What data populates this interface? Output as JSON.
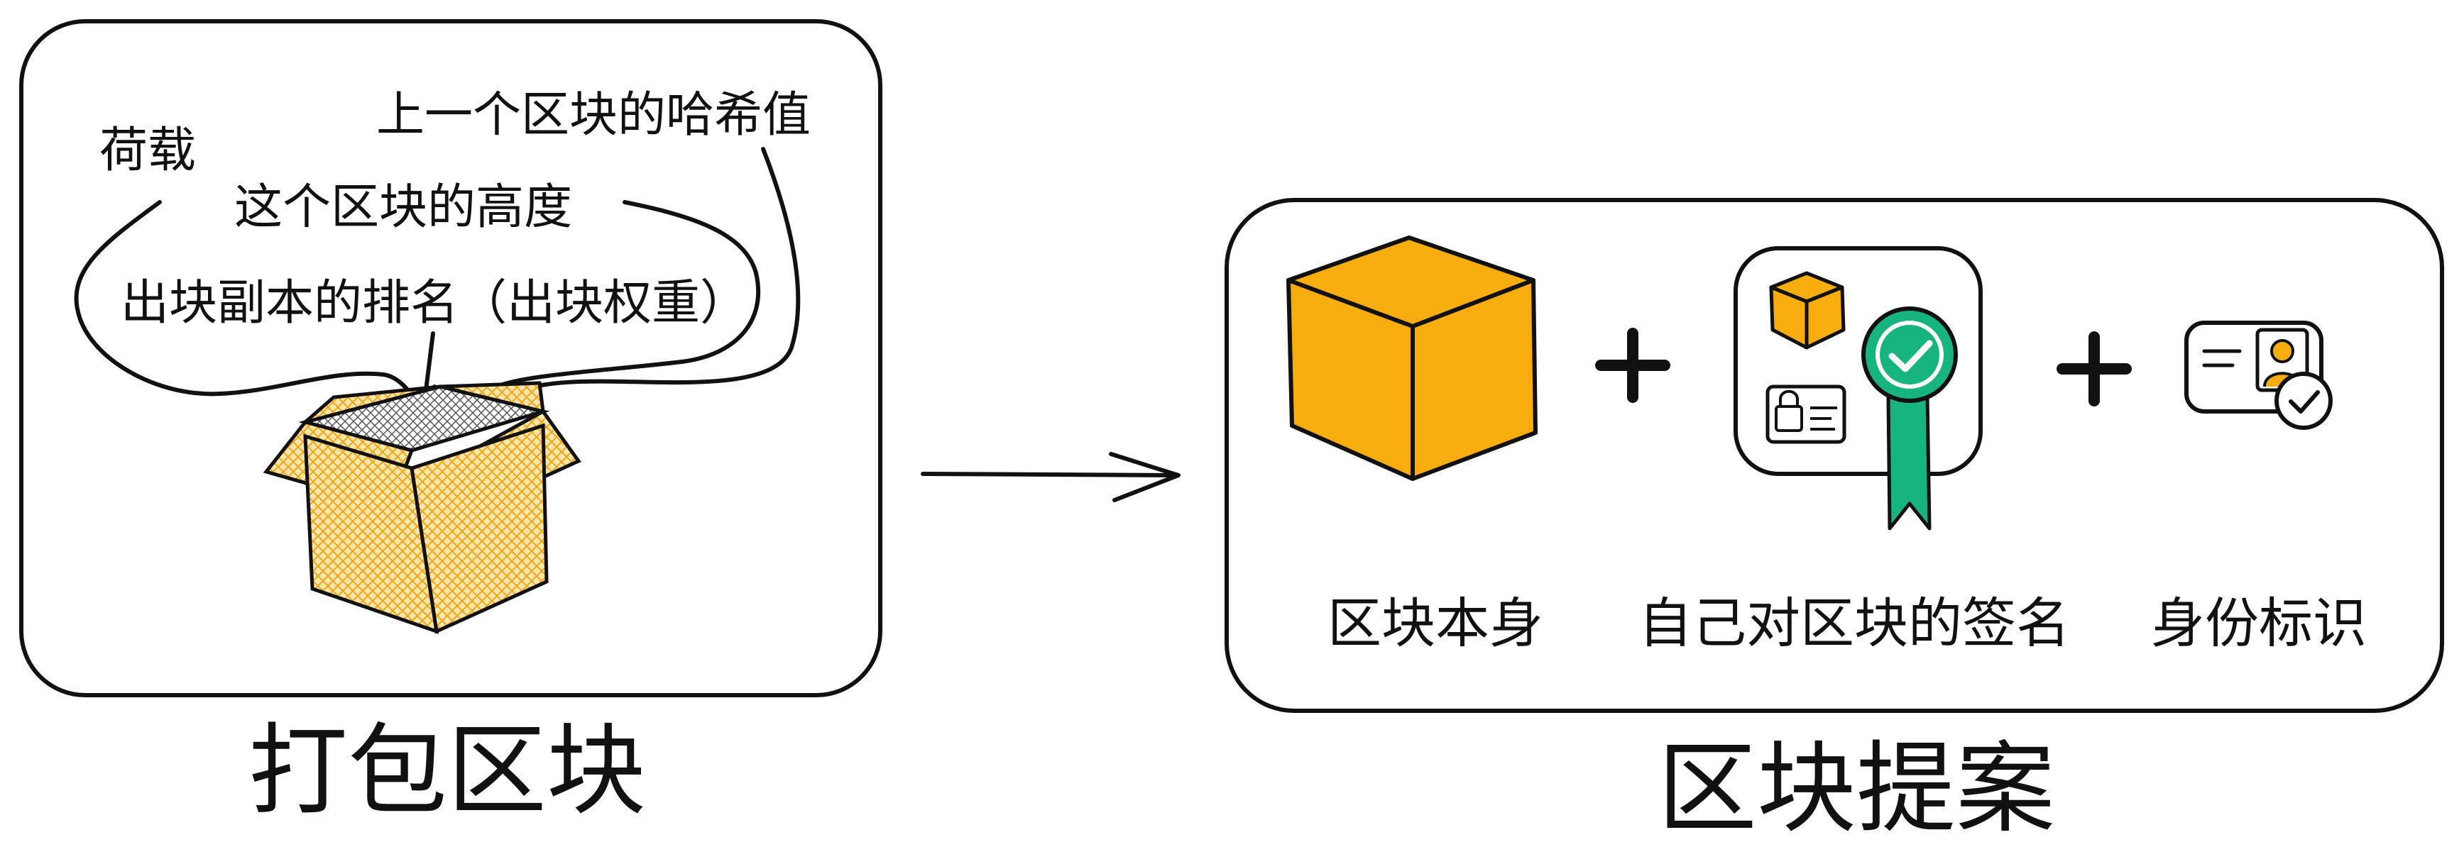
{
  "left_panel": {
    "title": "打包区块",
    "labels": {
      "payload": "荷载",
      "prev_hash": "上一个区块的哈希值",
      "height": "这个区块的高度",
      "ranking": "出块副本的排名（出块权重）"
    }
  },
  "right_panel": {
    "title": "区块提案",
    "items": [
      {
        "label": "区块本身",
        "icon": "orange-cube-icon"
      },
      {
        "label": "自己对区块的签名",
        "icon": "signed-certificate-icon"
      },
      {
        "label": "身份标识",
        "icon": "identity-card-icon"
      }
    ],
    "operator": "+"
  },
  "colors": {
    "box_fill": "#fde7a8",
    "box_hatch": "#f3b223",
    "cube_fill": "#f7ad0d",
    "badge_green": "#18b47f",
    "stroke": "#111111"
  }
}
